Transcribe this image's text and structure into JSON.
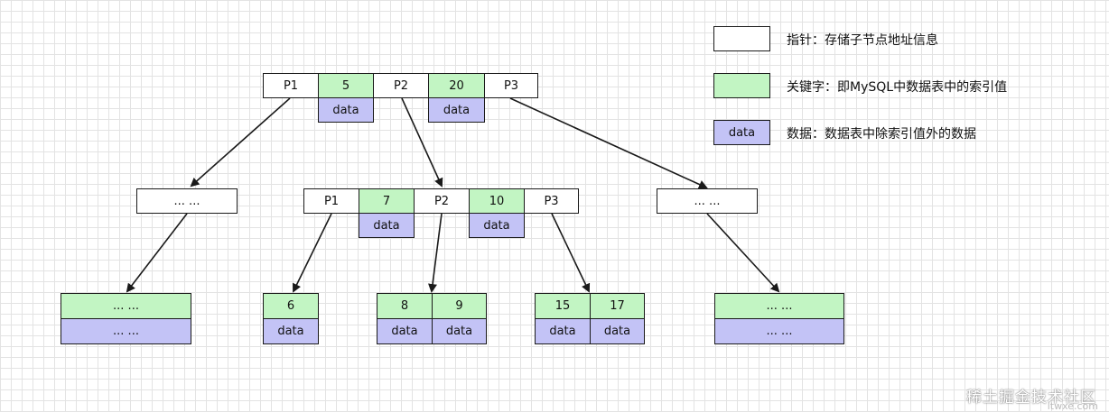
{
  "legend": {
    "pointer": "指针：存储子节点地址信息",
    "key": "关键字：即MySQL中数据表中的索引值",
    "data_label": "data",
    "data": "数据：数据表中除索引值外的数据"
  },
  "root": {
    "p1": "P1",
    "k1": "5",
    "d1": "data",
    "p2": "P2",
    "k2": "20",
    "d2": "data",
    "p3": "P3"
  },
  "level2": {
    "left": "... ...",
    "mid": {
      "p1": "P1",
      "k1": "7",
      "d1": "data",
      "p2": "P2",
      "k2": "10",
      "d2": "data",
      "p3": "P3"
    },
    "right": "... ..."
  },
  "leaves": {
    "far_left": {
      "key": "... ...",
      "data": "... ..."
    },
    "leaf6": {
      "key": "6",
      "data": "data"
    },
    "leaf89": {
      "k1": "8",
      "k2": "9",
      "d1": "data",
      "d2": "data"
    },
    "leaf1517": {
      "k1": "15",
      "k2": "17",
      "d1": "data",
      "d2": "data"
    },
    "far_right": {
      "key": "... ...",
      "data": "... ..."
    }
  },
  "watermark": "稀土掘金技术社区",
  "watermark_sub": "ltwxe.com"
}
